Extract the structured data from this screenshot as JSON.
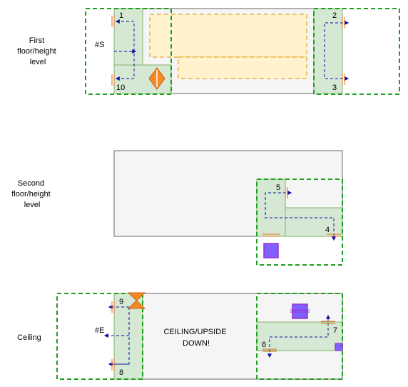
{
  "levels": {
    "first": [
      "First",
      "floor/height",
      "level"
    ],
    "second": [
      "Second",
      "floor/height",
      "level"
    ],
    "ceiling": [
      "Ceiling"
    ]
  },
  "markers": {
    "start": "#S",
    "end": "#E"
  },
  "points": [
    "1",
    "2",
    "3",
    "4",
    "5",
    "6",
    "7",
    "8",
    "9",
    "10"
  ],
  "ceiling_note": [
    "CEILING/UPSIDE",
    "DOWN!"
  ],
  "colors": {
    "floor_fill": "#f5f5f5",
    "floor_stroke": "#666666",
    "zone_fill": "#d5e8d4",
    "zone_stroke": "#82b366",
    "region_border": "#1da01d",
    "yellow_fill": "#fff2cc",
    "yellow_stroke": "#e6b84a",
    "path": "#1010a0",
    "orange": "#f58a25",
    "purple": "#7f5fff"
  }
}
